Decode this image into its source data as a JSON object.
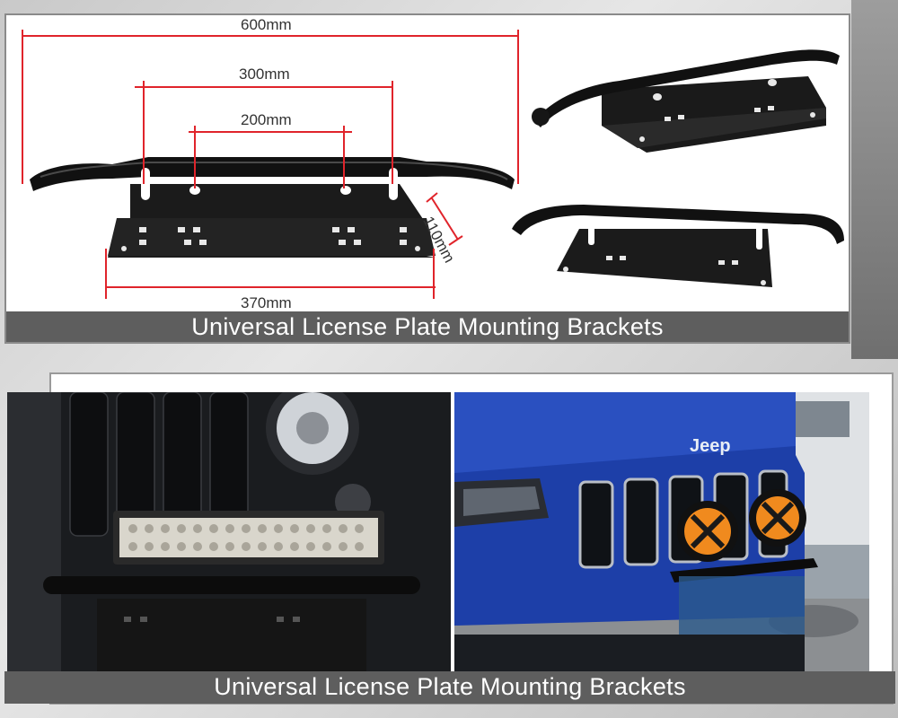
{
  "top_section": {
    "caption": "Universal License Plate Mounting Brackets",
    "dimensions": {
      "overall_width": "600mm",
      "outer_slot_spacing": "300mm",
      "inner_hole_spacing": "200mm",
      "depth": "110mm",
      "plate_width": "370mm"
    }
  },
  "bottom_section": {
    "caption": "Universal License Plate Mounting Brackets",
    "right_photo_badge": "Jeep"
  },
  "colors": {
    "dimension_line": "#e0242b",
    "caption_bar": "#5e5e5e",
    "car_blue": "#1d3fa8",
    "light_orange": "#f08a1e"
  }
}
